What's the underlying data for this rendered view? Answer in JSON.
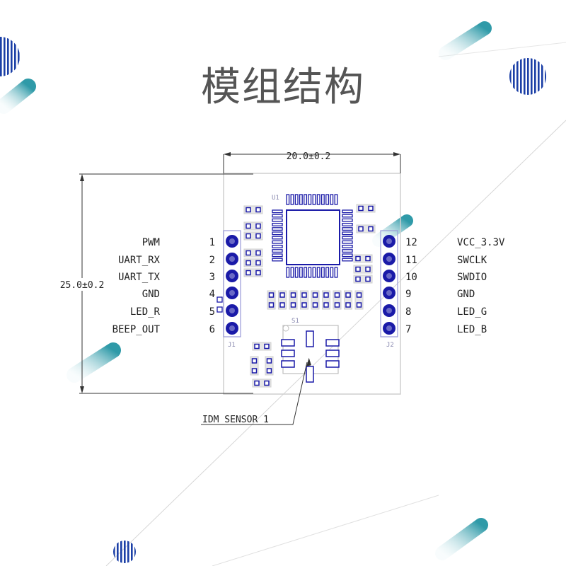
{
  "title": "模组结构",
  "dimensions": {
    "width": "20.0±0.2",
    "height": "25.0±0.2"
  },
  "board": {
    "u1_label": "U1",
    "s1_label": "S1",
    "j1_label": "J1",
    "j2_label": "J2",
    "callout_label": "IDM_SENSOR_1"
  },
  "left_pins": [
    {
      "num": "1",
      "name": "PWM"
    },
    {
      "num": "2",
      "name": "UART_RX"
    },
    {
      "num": "3",
      "name": "UART_TX"
    },
    {
      "num": "4",
      "name": "GND"
    },
    {
      "num": "5",
      "name": "LED_R"
    },
    {
      "num": "6",
      "name": "BEEP_OUT"
    }
  ],
  "right_pins": [
    {
      "num": "12",
      "name": "VCC_3.3V"
    },
    {
      "num": "11",
      "name": "SWCLK"
    },
    {
      "num": "10",
      "name": "SWDIO"
    },
    {
      "num": "9",
      "name": "GND"
    },
    {
      "num": "8",
      "name": "LED_G"
    },
    {
      "num": "7",
      "name": "LED_B"
    }
  ],
  "colors": {
    "pad": "#1a1aa8",
    "outline": "#c8c8c8",
    "accent_blue": "#1b3fa6",
    "accent_teal": "#3fa3b0"
  }
}
